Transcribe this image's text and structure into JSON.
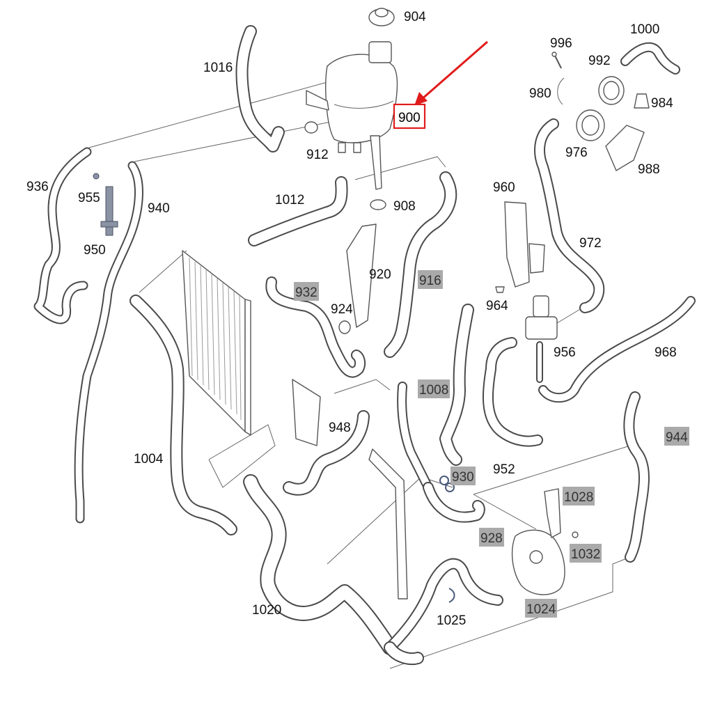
{
  "callouts": {
    "p900": "900",
    "p904": "904",
    "p908": "908",
    "p912": "912",
    "p916": "916",
    "p920": "920",
    "p924": "924",
    "p928": "928",
    "p930": "930",
    "p932": "932",
    "p936": "936",
    "p940": "940",
    "p944": "944",
    "p948": "948",
    "p950": "950",
    "p952": "952",
    "p955": "955",
    "p956": "956",
    "p960": "960",
    "p964": "964",
    "p968": "968",
    "p972": "972",
    "p976": "976",
    "p980": "980",
    "p984": "984",
    "p988": "988",
    "p992": "992",
    "p996": "996",
    "p1000": "1000",
    "p1004": "1004",
    "p1008": "1008",
    "p1012": "1012",
    "p1016": "1016",
    "p1020": "1020",
    "p1024": "1024",
    "p1025": "1025",
    "p1028": "1028",
    "p1032": "1032"
  },
  "highlighted_part": "900",
  "colors": {
    "highlight_box": "#aaaaaa",
    "selection_box": "#e11b1b",
    "arrow": "#e11b1b",
    "line_art": "#4a4a4a"
  }
}
